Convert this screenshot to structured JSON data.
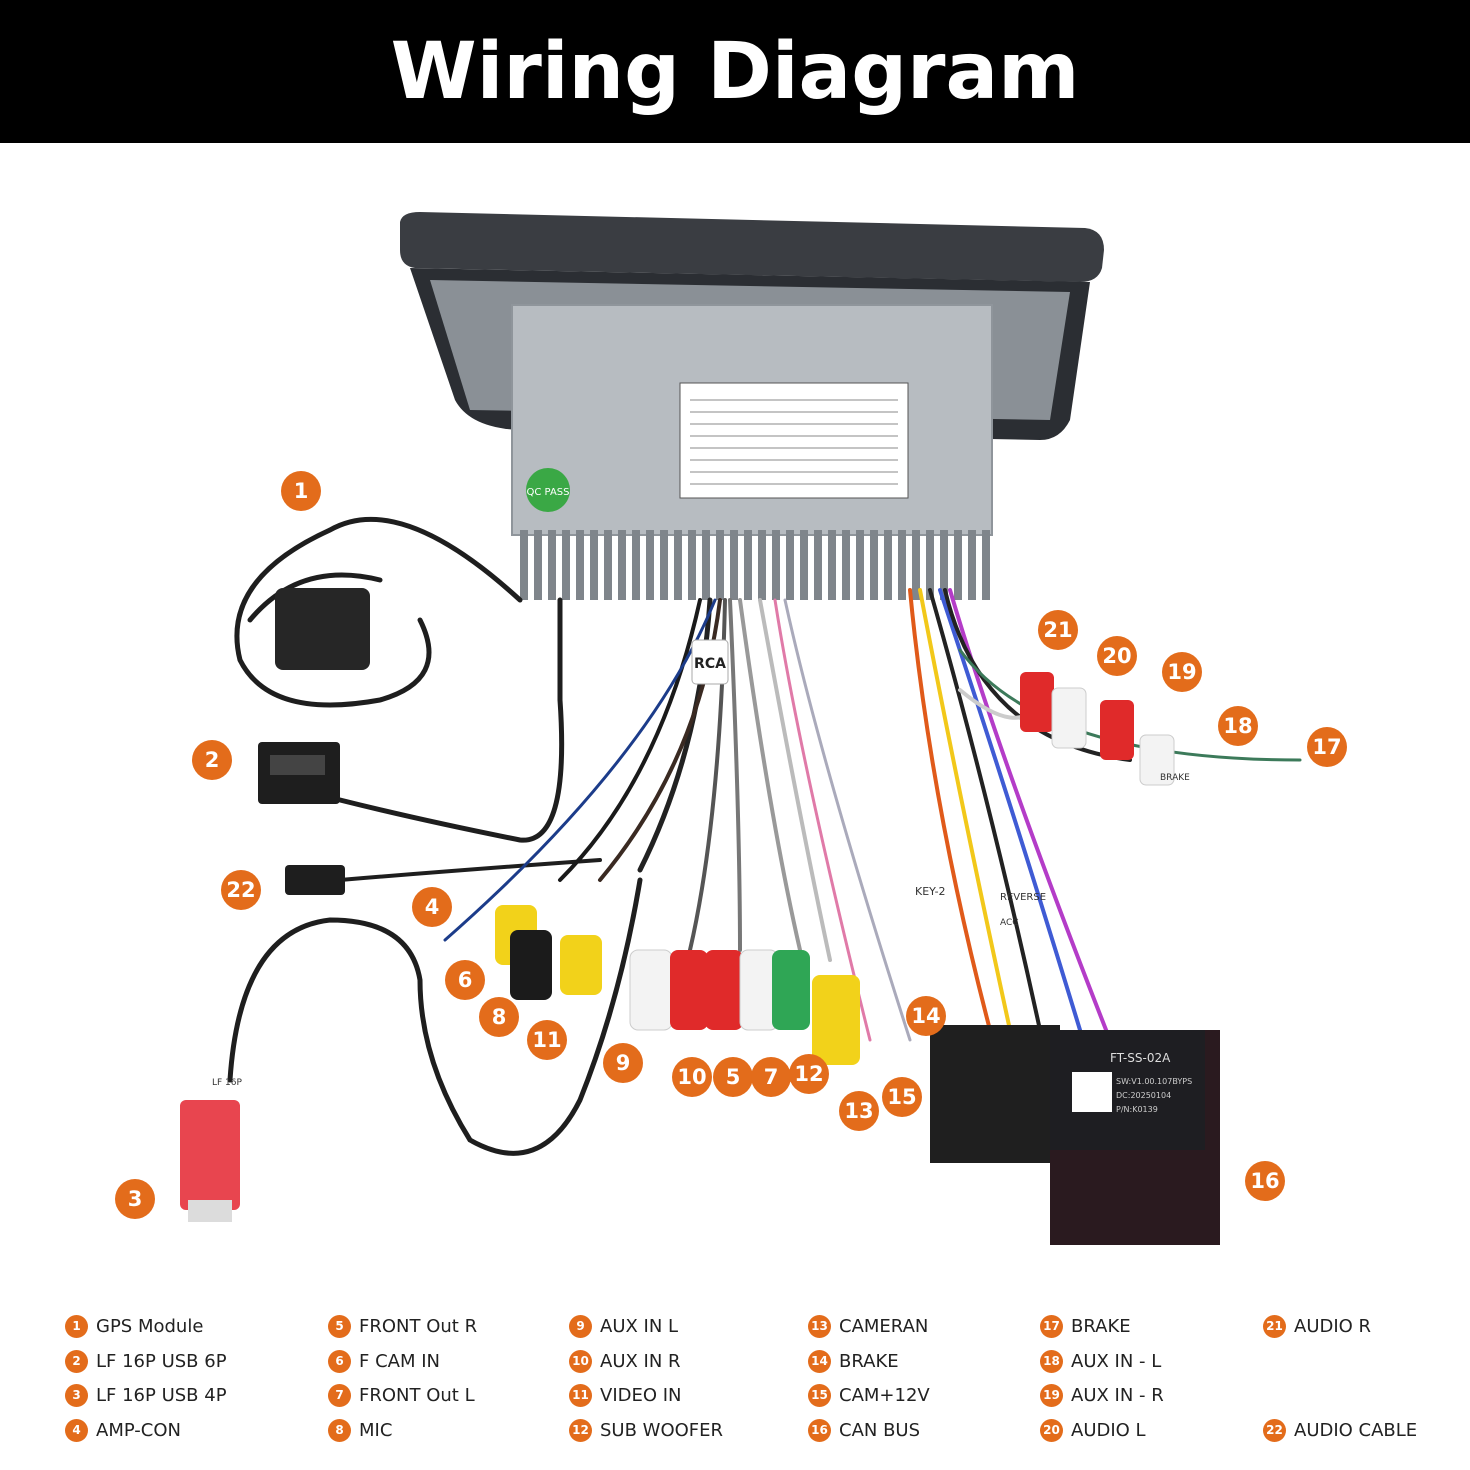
{
  "header": {
    "title": "Wiring Diagram"
  },
  "colors": {
    "accent": "#E36C1B",
    "header_bg": "#000000",
    "text": "#222222"
  },
  "device": {
    "label_badge": "QC PASS",
    "canbus_model": "FT-SS-02A",
    "canbus_sw": "SW:V1.00.107BYPS",
    "canbus_dc": "DC:20250104",
    "canbus_pn": "P/N:K0139",
    "rca_tag": "RCA",
    "key2_tag": "KEY-2",
    "reverse_tag": "REVERSE",
    "acc_tag": "ACC",
    "brake_tag": "BRAKE",
    "lf16p_tag": "LF 16P"
  },
  "callouts": [
    "1",
    "2",
    "3",
    "4",
    "5",
    "6",
    "7",
    "8",
    "9",
    "10",
    "11",
    "12",
    "13",
    "14",
    "15",
    "16",
    "17",
    "18",
    "19",
    "20",
    "21",
    "22"
  ],
  "legend": [
    {
      "num": "1",
      "label": "GPS Module"
    },
    {
      "num": "2",
      "label": "LF 16P USB 6P"
    },
    {
      "num": "3",
      "label": "LF 16P USB 4P"
    },
    {
      "num": "4",
      "label": "AMP-CON"
    },
    {
      "num": "5",
      "label": "FRONT Out R"
    },
    {
      "num": "6",
      "label": "F CAM IN"
    },
    {
      "num": "7",
      "label": "FRONT Out L"
    },
    {
      "num": "8",
      "label": "MIC"
    },
    {
      "num": "9",
      "label": "AUX IN L"
    },
    {
      "num": "10",
      "label": "AUX IN R"
    },
    {
      "num": "11",
      "label": "VIDEO IN"
    },
    {
      "num": "12",
      "label": "SUB WOOFER"
    },
    {
      "num": "13",
      "label": "CAMERAN"
    },
    {
      "num": "14",
      "label": "BRAKE"
    },
    {
      "num": "15",
      "label": "CAM+12V"
    },
    {
      "num": "16",
      "label": "CAN BUS"
    },
    {
      "num": "17",
      "label": "BRAKE"
    },
    {
      "num": "18",
      "label": "AUX IN - L"
    },
    {
      "num": "19",
      "label": "AUX IN - R"
    },
    {
      "num": "20",
      "label": "AUDIO L"
    },
    {
      "num": "21",
      "label": "AUDIO R"
    },
    {
      "num": "22",
      "label": "AUDIO CABLE"
    }
  ]
}
